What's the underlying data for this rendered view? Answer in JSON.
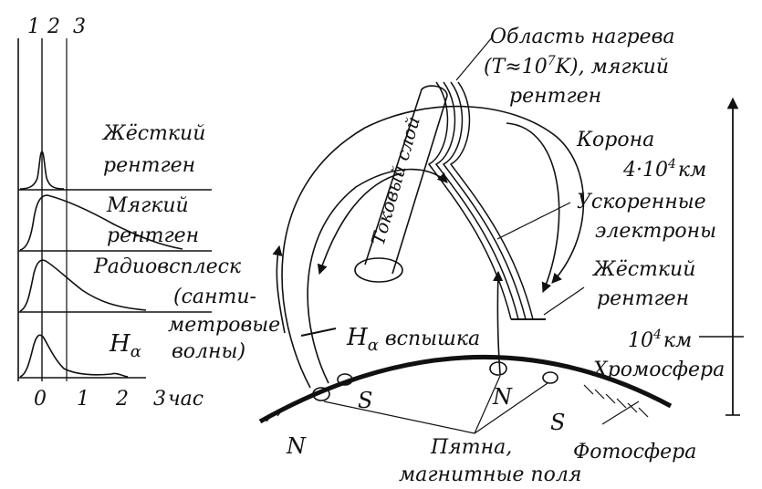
{
  "left_panel": {
    "column_numbers": [
      "1",
      "2",
      "3"
    ],
    "rows": [
      {
        "label_lines": [
          "Жёсткий",
          "рентген"
        ]
      },
      {
        "label_lines": [
          "Мягкий",
          "рентген"
        ]
      },
      {
        "label_lines": [
          "Радиовсплеск",
          "(санти-",
          "метровые",
          "волны)"
        ]
      },
      {
        "label_main": "H",
        "label_sub": "α"
      }
    ],
    "time_axis": {
      "ticks": [
        "0",
        "1",
        "2",
        "3"
      ],
      "unit": "час"
    }
  },
  "right_panel": {
    "heating_region": [
      "Область нагрева",
      "(T≈10",
      "7",
      "K), мягкий",
      "рентген"
    ],
    "current_sheet": "Токовый слой",
    "corona": "Корона",
    "height_top": {
      "base": "4·10",
      "exp": "4",
      "unit": "км"
    },
    "accelerated_electrons": [
      "Ускоренные",
      "электроны"
    ],
    "hard_xray": [
      "Жёсткий",
      "рентген"
    ],
    "h_alpha_flare": {
      "main": "H",
      "sub": "α",
      "rest": " вспышка"
    },
    "height_low": {
      "base": "10",
      "exp": "4",
      "unit": "км"
    },
    "chromosphere": "Хромосфера",
    "photosphere": "Фотосфера",
    "spots": [
      "Пятна,",
      "магнитные поля"
    ],
    "polarity": {
      "N_left": "N",
      "S_left": "S",
      "N_right": "N",
      "S_right": "S"
    }
  }
}
